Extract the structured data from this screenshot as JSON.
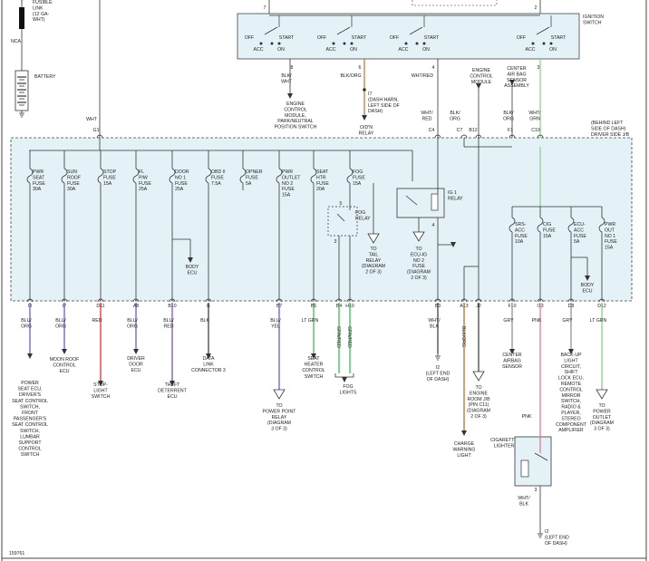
{
  "figure_id": "159761",
  "top_left": {
    "fusible_link": [
      "FUSIBLE",
      "LINK",
      "(12 GA-",
      "WHT)"
    ],
    "nca": "NCA",
    "battery": "BATTERY",
    "wht": "WHT",
    "g1": "G1"
  },
  "ignition": {
    "title": [
      "IGNITION",
      "SWITCH"
    ],
    "pin_left": "7",
    "pin_right": "2",
    "labels": [
      "OFF",
      "START",
      "ACC",
      "ON"
    ]
  },
  "upper_outputs": [
    {
      "pin": "8",
      "wire": [
        "BLK/",
        "WHT"
      ],
      "dest": [
        "ENGINE",
        "CONTROL",
        "MODULE,",
        "PARK/NEUTRAL",
        "POSITION SWITCH"
      ]
    },
    {
      "pin": "6",
      "wire": [
        "BLK/ORG"
      ],
      "dest": [
        "I7",
        "(DASH HARN,",
        "LEFT SIDE OF",
        "DASH)"
      ],
      "relay": [
        "O/D'N",
        "RELAY"
      ]
    },
    {
      "pin": "4",
      "wire": [
        "WHT/RED"
      ],
      "conn": [
        "WHT/",
        "RED"
      ],
      "c4": "C4"
    },
    {
      "ecm": [
        "ENGINE",
        "CONTROL",
        "MODULE"
      ],
      "wire": [
        "BLK/",
        "ORG"
      ],
      "c7": "C7",
      "b12": "B12"
    },
    {
      "airbag": [
        "CENTER",
        "AIR BAG",
        "SENSOR",
        "ASSEMBLY"
      ],
      "wire": [
        "BLK/",
        "ORG"
      ],
      "f1": "F1"
    },
    {
      "pin": "3",
      "wire": [
        "WHT/",
        "GRN"
      ],
      "c10": "C10"
    }
  ],
  "junction_block": [
    "(BEHIND LEFT",
    "SIDE OF DASH)",
    "DRIVER SIDE J/B"
  ],
  "fuses": [
    {
      "name": [
        "PWR",
        "SEAT",
        "FUSE",
        "30A"
      ]
    },
    {
      "name": [
        "SUN",
        "ROOF",
        "FUSE",
        "30A"
      ]
    },
    {
      "name": [
        "STOP",
        "FUSE",
        "15A"
      ]
    },
    {
      "name": [
        "FL",
        "P/W",
        "FUSE",
        "25A"
      ]
    },
    {
      "name": [
        "DOOR",
        "NO 1",
        "FUSE",
        "25A"
      ]
    },
    {
      "name": [
        "OBD II",
        "FUSE",
        "7.5A"
      ]
    },
    {
      "name": [
        "OPNER",
        "FUSE",
        "5A"
      ]
    },
    {
      "name": [
        "PWR",
        "OUTLET",
        "NO 2",
        "FUSE",
        "15A"
      ]
    },
    {
      "name": [
        "SEAT",
        "HTR",
        "FUSE",
        "20A"
      ]
    },
    {
      "name": [
        "FOG",
        "FUSE",
        "15A"
      ]
    }
  ],
  "right_fuses": [
    {
      "name": [
        "SRS-",
        "ACC",
        "FUSE",
        "10A"
      ]
    },
    {
      "name": [
        "CIG",
        "FUSE",
        "15A"
      ]
    },
    {
      "name": [
        "ECU-",
        "ACC",
        "FUSE",
        "5A"
      ]
    },
    {
      "name": [
        "PWR",
        "OUT",
        "NO 1",
        "FUSE",
        "15A"
      ]
    }
  ],
  "inner": {
    "body_ecu": [
      "BODY",
      "ECU"
    ],
    "fog_relay": [
      "FOG",
      "RELAY"
    ],
    "tail_relay": [
      "TO",
      "TAIL",
      "RELAY",
      "(DIAGRAM",
      "2 OF 3)"
    ],
    "ecu_ig": [
      "TO",
      "ECU-IG",
      "NO 2",
      "FUSE",
      "(DIAGRAM",
      "2 OF 3)"
    ],
    "ig1_relay": [
      "IG 1",
      "RELAY"
    ],
    "body_ecu_right": [
      "BODY",
      "ECU"
    ],
    "relay_pins": [
      "1",
      "2",
      "3",
      "5",
      "1",
      "2",
      "3",
      "4"
    ]
  },
  "bottom_connectors": [
    {
      "pin": "I8",
      "wire": [
        "BLU/",
        "ORG"
      ],
      "dest": [
        "POWER",
        "SEAT ECU,",
        "DRIVER'S",
        "SEAT CONTROL",
        "SWITCH,",
        "FRONT",
        "PASSENGER'S",
        "SEAT CONTROL",
        "SWITCH,",
        "LUMBAR",
        "SUPPORT",
        "CONTROL",
        "SWITCH"
      ]
    },
    {
      "pin": "I7",
      "wire": [
        "BLU/",
        "ORG"
      ],
      "dest": [
        "MOON ROOF",
        "CONTROL",
        "ECU"
      ]
    },
    {
      "pin": "D11",
      "wire": [
        "RED"
      ],
      "dest": [
        "STOP-",
        "LIGHT",
        "SWITCH"
      ]
    },
    {
      "pin": "A8",
      "wire": [
        "BLU/",
        "ORG"
      ],
      "dest": [
        "DRIVER",
        "DOOR",
        "ECU"
      ]
    },
    {
      "pin": "B10",
      "wire": [
        "BLU/",
        "RED"
      ],
      "dest": [
        "THEFT",
        "DETERRENT",
        "ECU"
      ]
    },
    {
      "pin": "I1",
      "wire": [
        "BLK"
      ],
      "dest": [
        "DATA",
        "LINK",
        "CONNECTOR 3"
      ]
    },
    {
      "pin": "B7",
      "wire": [
        "BLU/",
        "YEL"
      ],
      "dest": [
        "TO",
        "POWER POINT",
        "RELAY",
        "(DIAGRAM",
        "3 OF 3)"
      ]
    },
    {
      "pin": "B6",
      "wire": [
        "LT GRN"
      ],
      "dest": [
        "SEAT",
        "HEATER",
        "CONTROL",
        "SWITCH"
      ]
    },
    {
      "pin": "B4",
      "wire": [
        "GRN/RED"
      ],
      "dest": []
    },
    {
      "pin": "H10",
      "wire": [
        "GRN/RED"
      ],
      "dest": [
        "FOG",
        "LIGHTS"
      ]
    },
    {
      "pin": "B3",
      "wire": [
        "WHT/",
        "BLK"
      ],
      "dest": [
        "I2",
        "(LEFT END",
        "OF DASH)"
      ]
    },
    {
      "pin": "A13",
      "wire": [
        "BLK/ORG"
      ],
      "dest": [
        "CHARGE",
        "WARNING",
        "LIGHT"
      ]
    },
    {
      "pin": "J2",
      "wire": [],
      "dest": [
        "TO",
        "ENGINE",
        "ROOM J/B",
        "(PIN C11)",
        "(DIAGRAM",
        "2 OF 3)"
      ]
    },
    {
      "pin": "F10",
      "wire": [
        "GRY"
      ],
      "dest": [
        "CENTER",
        "AIRBAG",
        "SENSOR"
      ]
    },
    {
      "pin": "I13",
      "wire": [
        "PNK"
      ],
      "dest": []
    },
    {
      "pin": "D8",
      "wire": [
        "GRY"
      ],
      "dest": [
        "BACK-UP",
        "LIGHT",
        "CIRCUIT,",
        "SHIFT",
        "LOCK ECU,",
        "REMOTE",
        "CONTROL",
        "MIRROR",
        "SWITCH,",
        "RADIO &",
        "PLAYER,",
        "STEREO",
        "COMPONENT",
        "AMPLIFIER"
      ]
    },
    {
      "pin": "D12",
      "wire": [
        "LT GRN"
      ],
      "dest": [
        "TO",
        "POWER",
        "OUTLET",
        "(DIAGRAM",
        "3 OF 3)"
      ]
    }
  ],
  "cigarette": {
    "wire_top": "PNK",
    "label": [
      "CIGARETTE",
      "LIGHTER"
    ],
    "pin": "3",
    "wire_bottom": [
      "WHT/",
      "BLK"
    ],
    "ground": [
      "I2",
      "(LEFT END",
      "OF DASH)"
    ]
  },
  "colors": {
    "jb_fill": "#e4f2f8",
    "ign_fill": "#e4f2f8",
    "red": "#d8232a",
    "blue": "#5a4fc6",
    "purple": "#6f49b6",
    "green": "#2fb34a",
    "pink": "#e86e8e",
    "gray": "#8a8a8a",
    "orange": "#d9862a",
    "lightgreen": "#7ccd7c",
    "brown": "#b5651d"
  }
}
